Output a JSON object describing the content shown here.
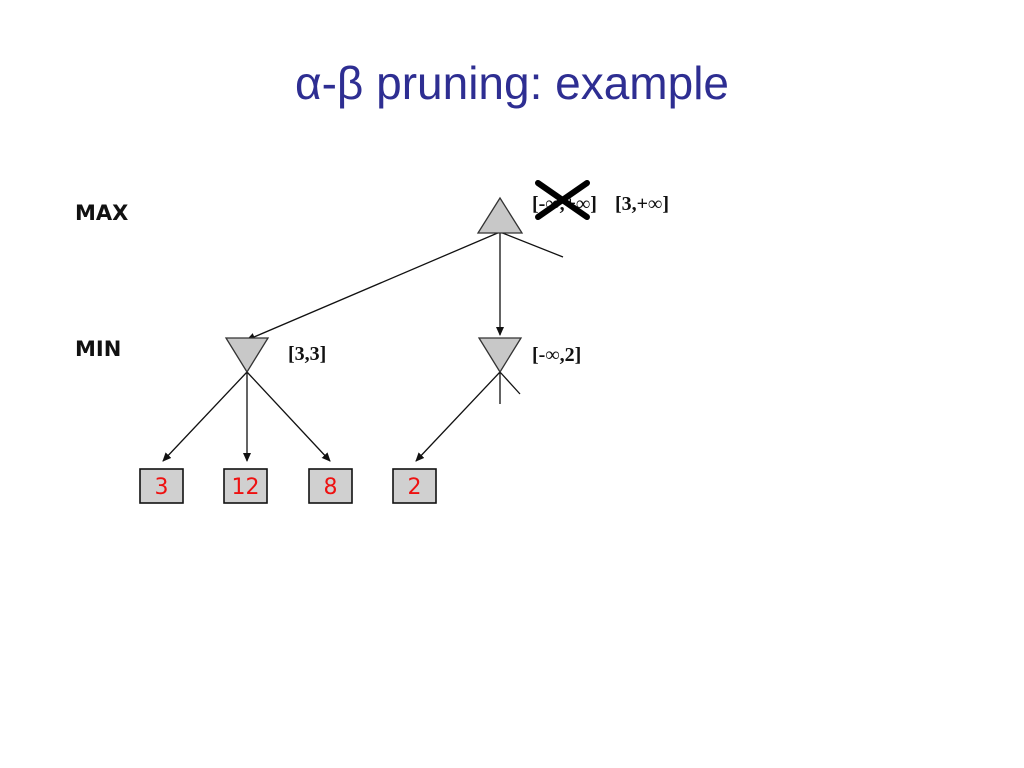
{
  "title": "α-β pruning: example",
  "levels": {
    "max": "MAX",
    "min": "MIN"
  },
  "nodes": {
    "root_range_old": "[-∞,+∞]",
    "root_range_new": "[3,+∞]",
    "min1_range": "[3,3]",
    "min2_range": "[-∞,2]"
  },
  "leaves": [
    "3",
    "12",
    "8",
    "2"
  ],
  "colors": {
    "title": "#2e2e92",
    "leaf_text": "#ee1111",
    "node_fill": "#c8c8c8"
  }
}
